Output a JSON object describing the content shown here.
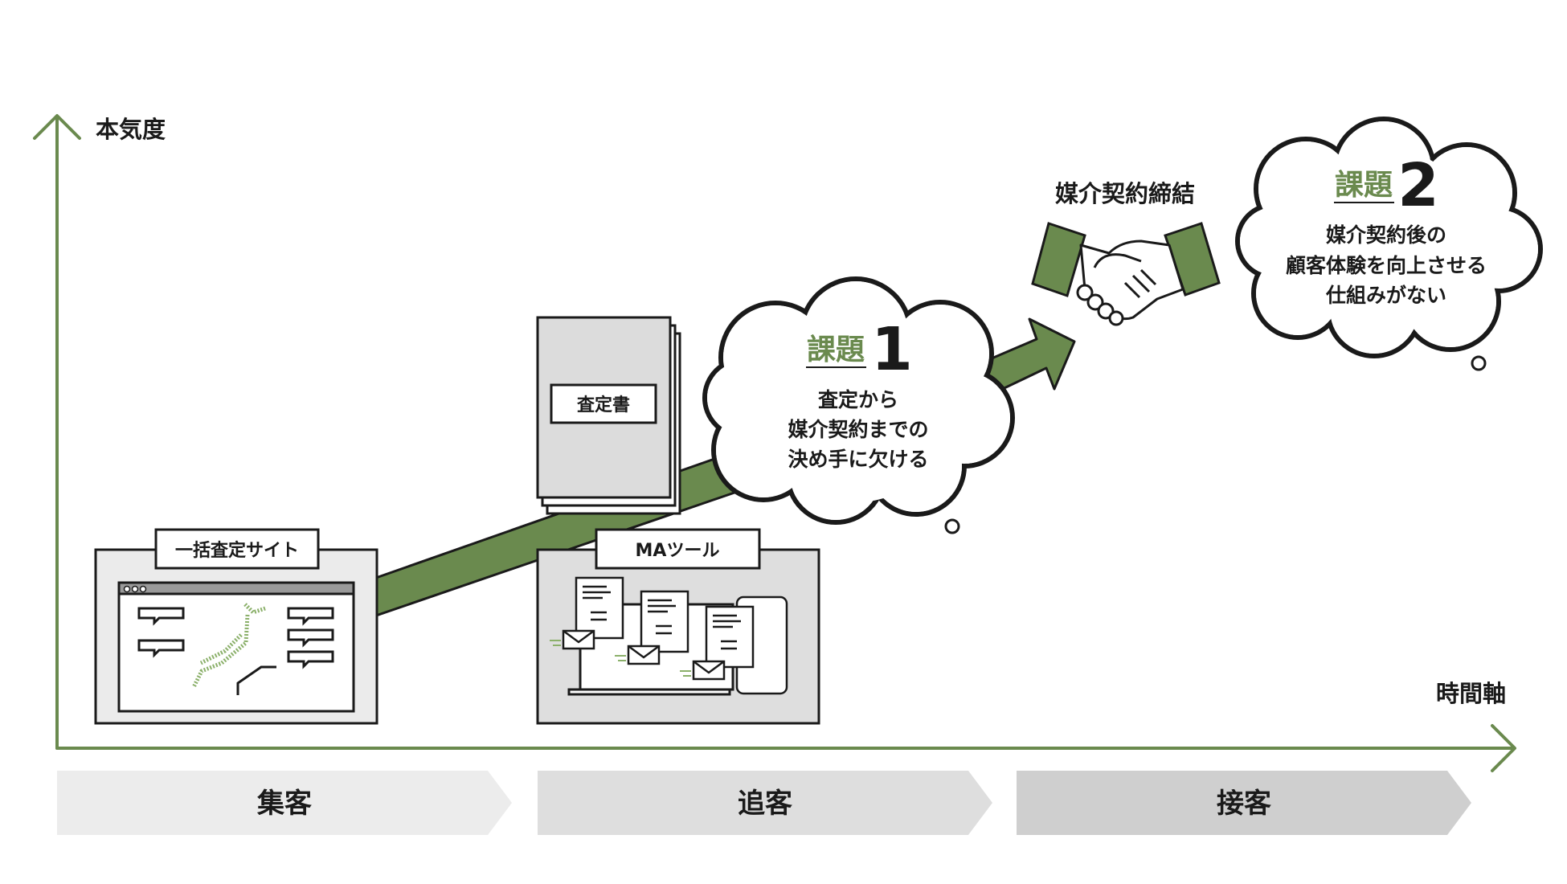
{
  "colors": {
    "green": "#6a8a4e",
    "stage1": "#ececec",
    "stage2": "#dedede",
    "stage3": "#cfcfcf",
    "box": "#e8e8e8",
    "doc": "#dcdcdc"
  },
  "axes": {
    "y_label": "本気度",
    "x_label": "時間軸"
  },
  "stages": [
    {
      "label": "集客"
    },
    {
      "label": "追客"
    },
    {
      "label": "接客"
    }
  ],
  "tools": {
    "site_label": "一括査定サイト",
    "ma_label": "MAツール",
    "doc_label": "査定書"
  },
  "milestone": {
    "label": "媒介契約締結"
  },
  "issues": [
    {
      "heading": "課題",
      "number": "1",
      "lines": [
        "査定から",
        "媒介契約までの",
        "決め手に欠ける"
      ]
    },
    {
      "heading": "課題",
      "number": "2",
      "lines": [
        "媒介契約後の",
        "顧客体験を向上させる",
        "仕組みがない"
      ]
    }
  ]
}
